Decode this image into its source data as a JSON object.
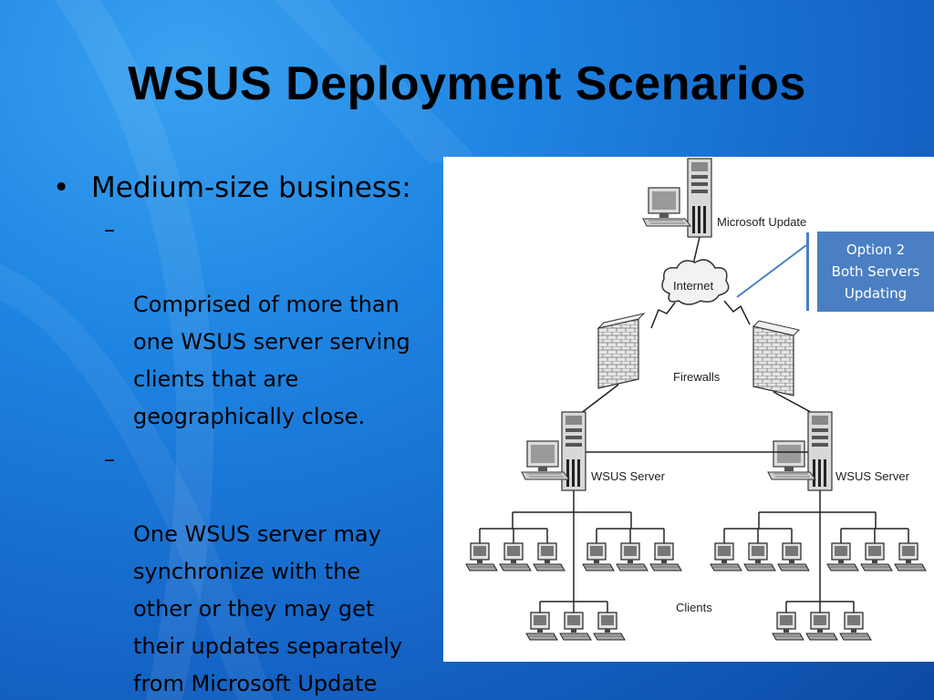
{
  "slide": {
    "title": "WSUS Deployment Scenarios",
    "bullets": [
      {
        "text": "Medium-size business:",
        "marker": "•",
        "sub": [
          {
            "marker": "–",
            "text": "Comprised of more than\none WSUS server serving\nclients that are\ngeographically close."
          },
          {
            "marker": "–",
            "text": "One WSUS server may\nsynchronize with the\nother or they may get\ntheir updates separately\nfrom Microsoft Update"
          }
        ]
      }
    ]
  },
  "diagram": {
    "labels": {
      "microsoft_update": "Microsoft Update",
      "internet": "Internet",
      "firewalls": "Firewalls",
      "wsus_left": "WSUS Server",
      "wsus_right": "WSUS Server",
      "clients": "Clients"
    },
    "callout": {
      "line1": "Option 2",
      "line2": "Both Servers",
      "line3": "Updating"
    }
  },
  "colors": {
    "background_top": "#3aa2f0",
    "background_bottom": "#0c4aa4",
    "callout": "#4a7fc3",
    "title_text": "#000000"
  }
}
